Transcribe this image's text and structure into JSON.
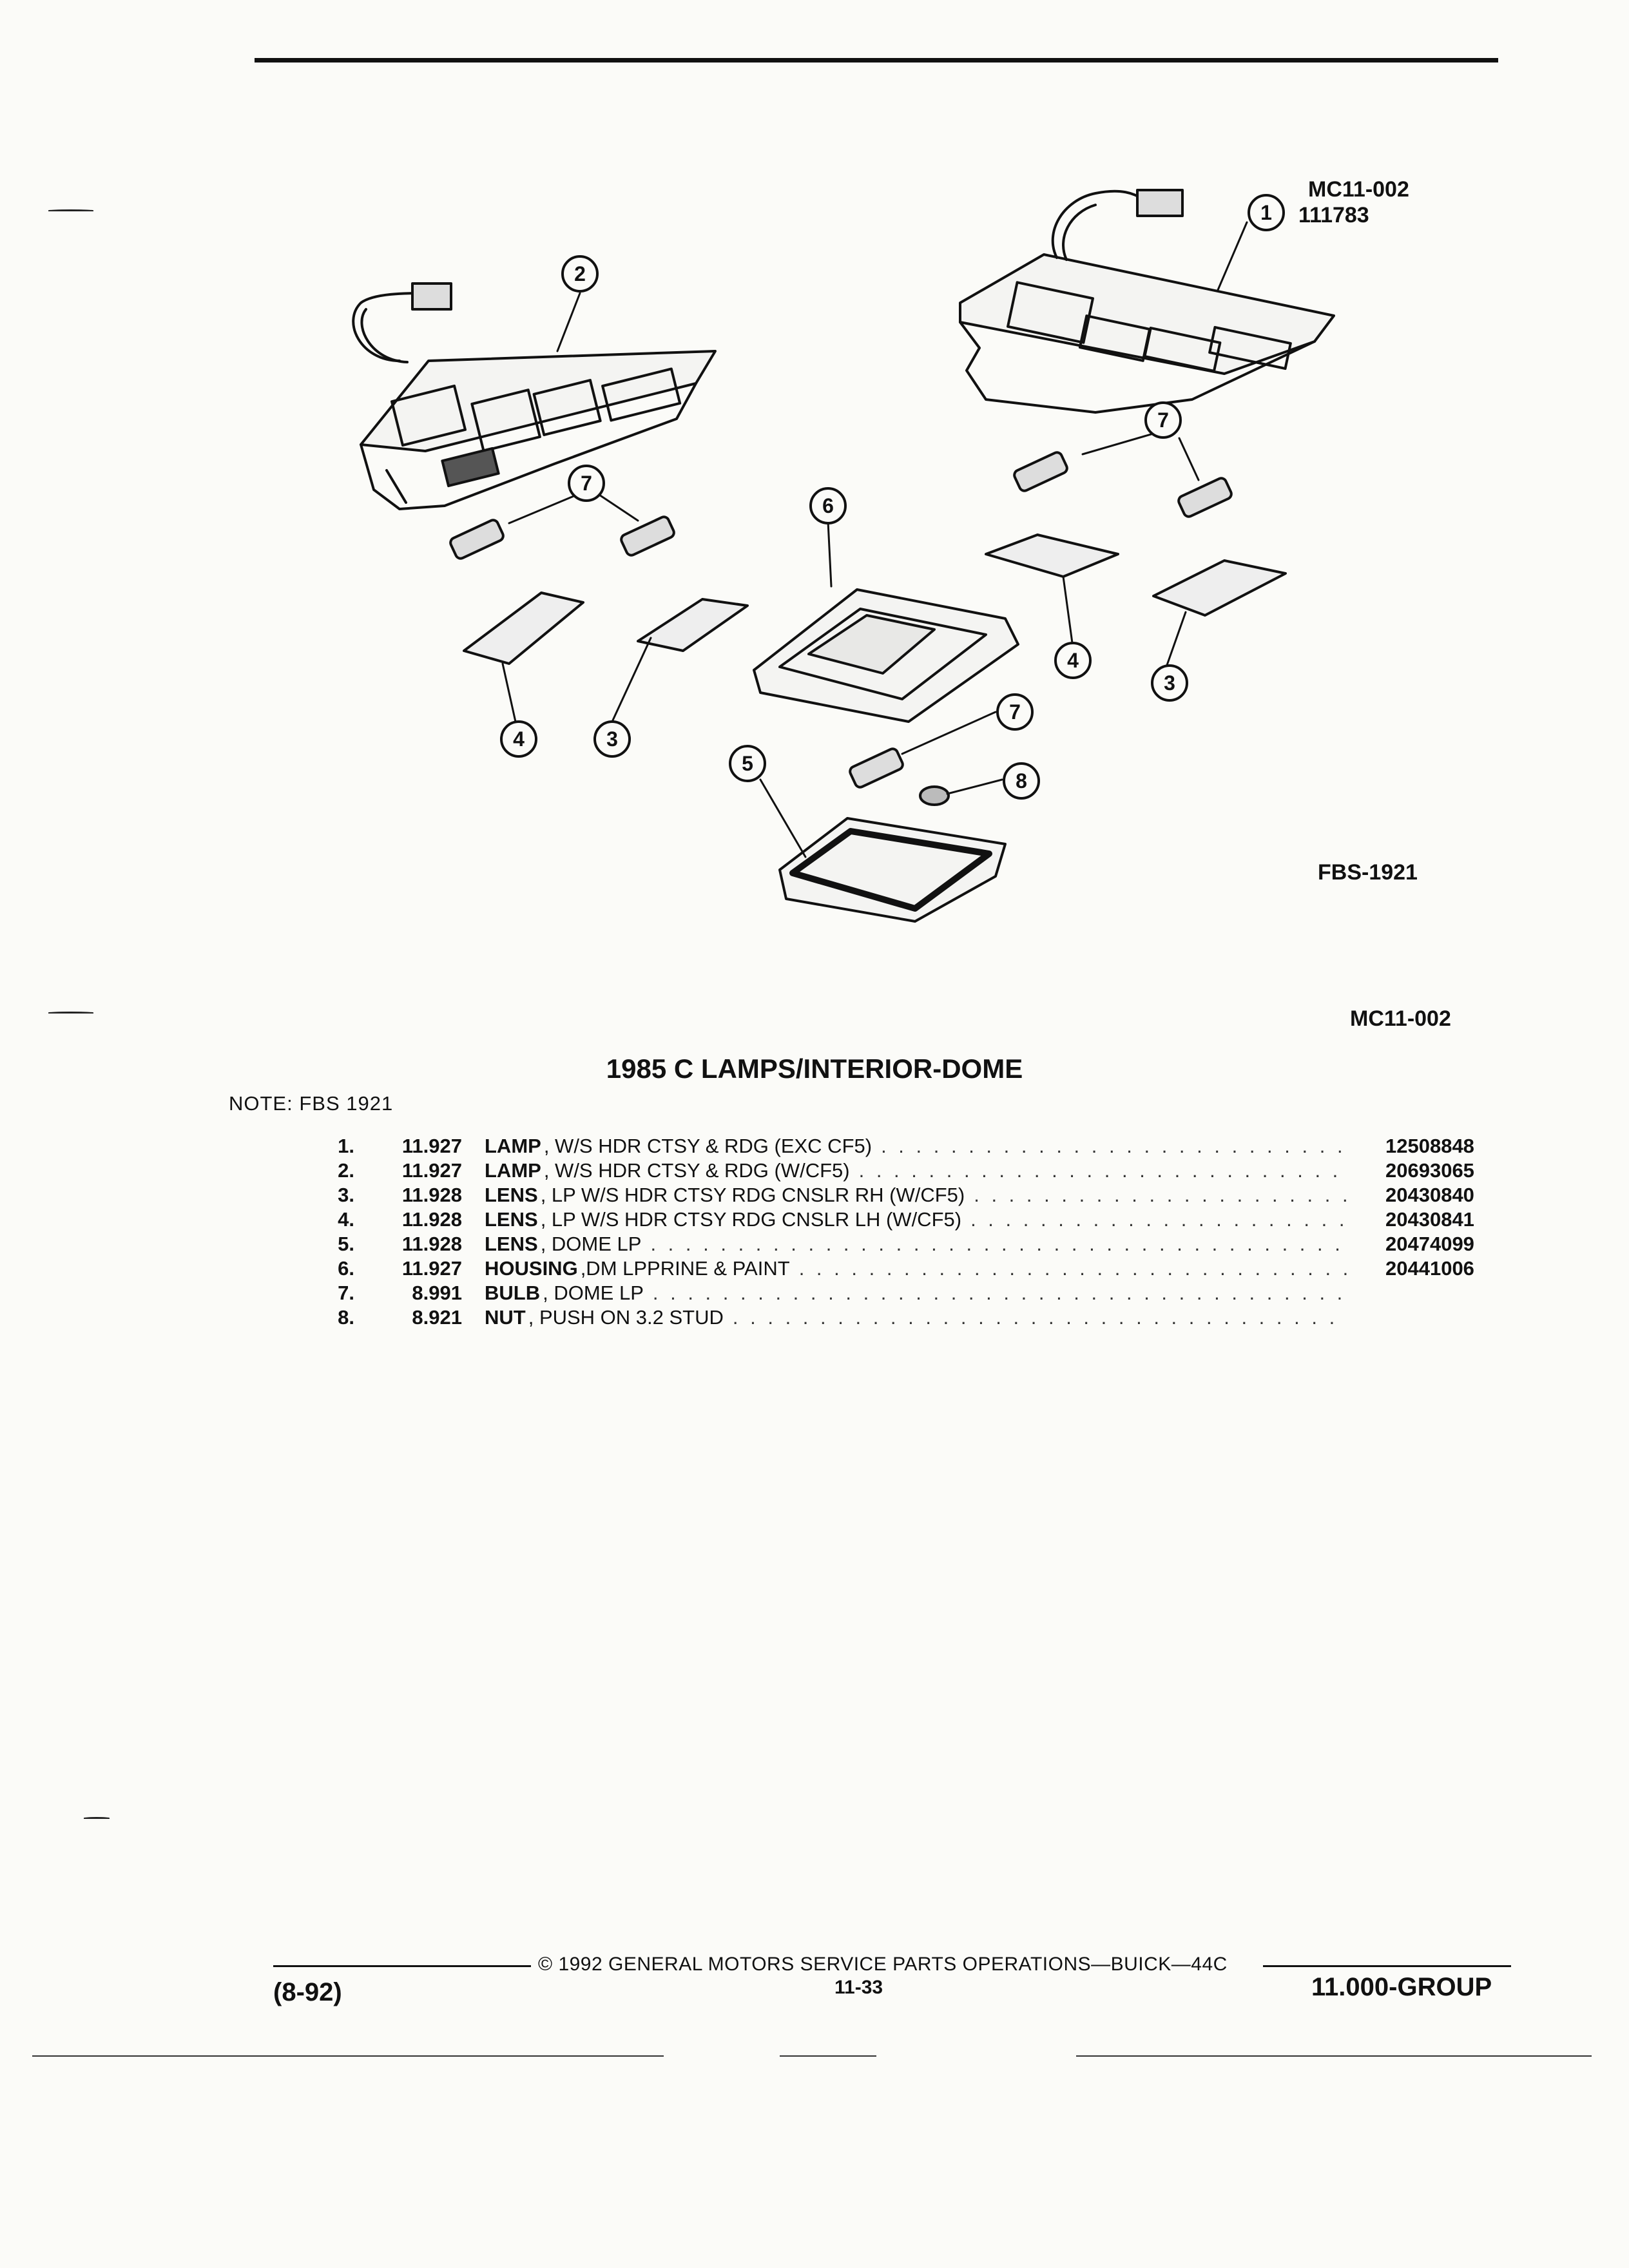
{
  "figure": {
    "id_code": "MC11-002",
    "id_number": "111783",
    "fbs_code": "FBS-1921",
    "callouts": [
      "1",
      "2",
      "3",
      "4",
      "5",
      "6",
      "7",
      "8"
    ]
  },
  "reference_code": "MC11-002",
  "title": "1985 C LAMPS/INTERIOR-DOME",
  "note": "NOTE:  FBS 1921",
  "parts": [
    {
      "index": "1.",
      "group": "11.927",
      "name": "LAMP",
      "desc": ", W/S HDR CTSY & RDG (EXC CF5)",
      "part_number": "12508848"
    },
    {
      "index": "2.",
      "group": "11.927",
      "name": "LAMP",
      "desc": ", W/S HDR CTSY & RDG (W/CF5)",
      "part_number": "20693065"
    },
    {
      "index": "3.",
      "group": "11.928",
      "name": "LENS",
      "desc": ", LP W/S HDR CTSY RDG CNSLR RH (W/CF5)",
      "part_number": "20430840"
    },
    {
      "index": "4.",
      "group": "11.928",
      "name": "LENS",
      "desc": ", LP W/S HDR CTSY RDG CNSLR LH (W/CF5)",
      "part_number": "20430841"
    },
    {
      "index": "5.",
      "group": "11.928",
      "name": "LENS",
      "desc": ", DOME LP",
      "part_number": "20474099"
    },
    {
      "index": "6.",
      "group": "11.927",
      "name": "HOUSING",
      "desc": ",DM LPPRINE & PAINT",
      "part_number": "20441006"
    },
    {
      "index": "7.",
      "group": "8.991",
      "name": "BULB",
      "desc": ", DOME LP",
      "part_number": ""
    },
    {
      "index": "8.",
      "group": "8.921",
      "name": "NUT",
      "desc": ", PUSH ON 3.2 STUD",
      "part_number": ""
    }
  ],
  "footer": {
    "copyright": "©  1992  GENERAL MOTORS SERVICE PARTS OPERATIONS—BUICK—44C",
    "page_number": "11-33",
    "date": "(8-92)",
    "group": "11.000-GROUP"
  }
}
